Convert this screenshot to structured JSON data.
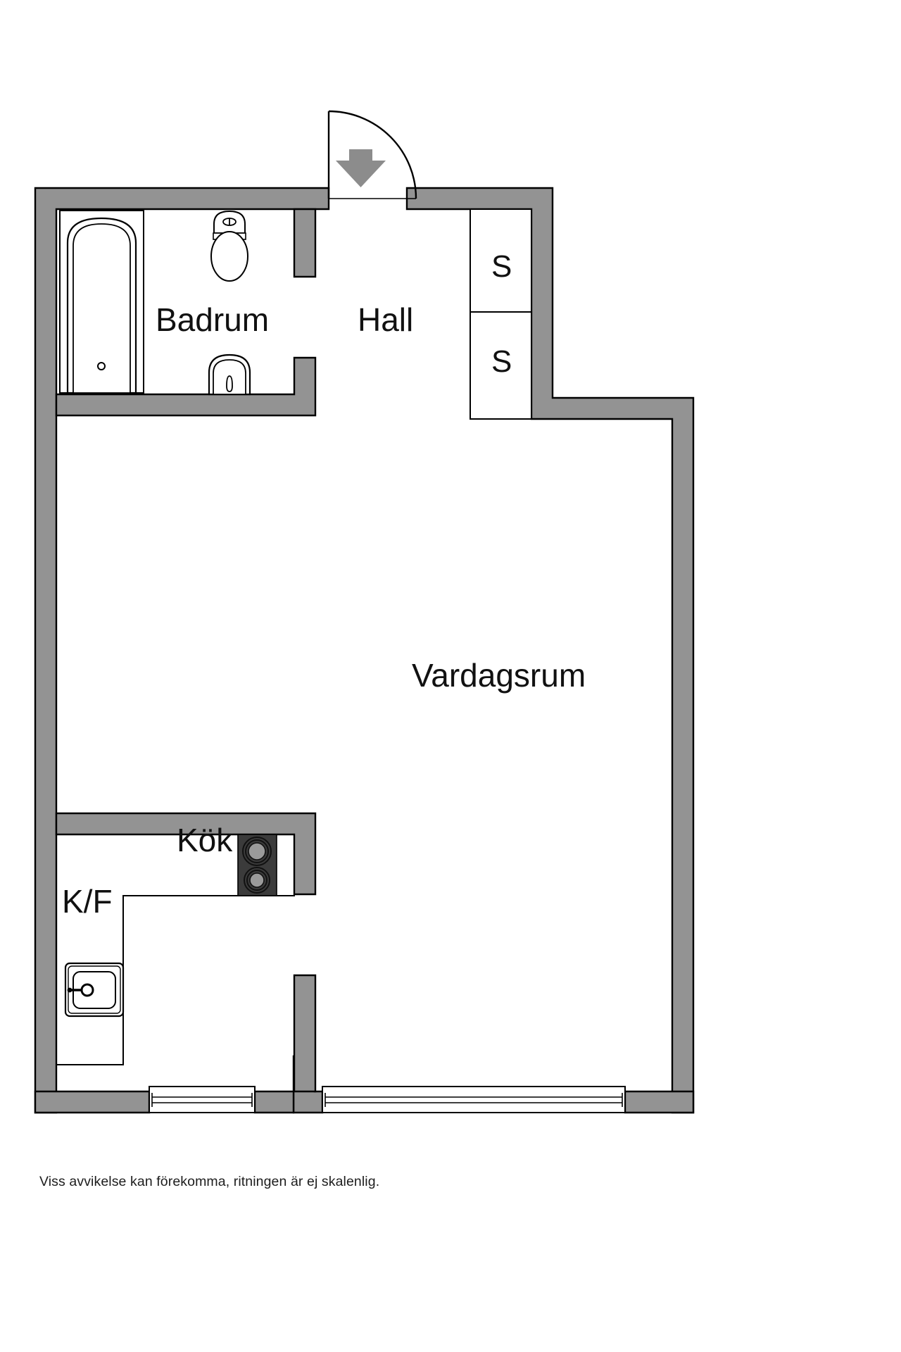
{
  "document": {
    "type": "floor-plan",
    "language": "sv",
    "footer_note": "Viss avvikelse kan förekomma, ritningen är ej skalenlig."
  },
  "rooms": [
    {
      "id": "badrum",
      "label": "Badrum",
      "name": "bathroom"
    },
    {
      "id": "hall",
      "label": "Hall",
      "name": "hallway"
    },
    {
      "id": "vardagsrum",
      "label": "Vardagsrum",
      "name": "living-room"
    },
    {
      "id": "kok",
      "label": "Kök",
      "name": "kitchen"
    }
  ],
  "closets": [
    {
      "id": "closet-upper",
      "label": "S"
    },
    {
      "id": "closet-lower",
      "label": "S"
    }
  ],
  "storage": {
    "id": "kf",
    "label": "K/F"
  },
  "fixtures": [
    {
      "id": "bathtub",
      "name": "bathtub"
    },
    {
      "id": "toilet",
      "name": "toilet"
    },
    {
      "id": "washbasin",
      "name": "washbasin"
    },
    {
      "id": "kitchen-sink",
      "name": "kitchen-sink"
    },
    {
      "id": "stove",
      "name": "stove-two-burner"
    }
  ],
  "openings": [
    {
      "id": "entry-door",
      "name": "entrance-door-swing"
    },
    {
      "id": "window-left",
      "name": "window"
    },
    {
      "id": "window-right",
      "name": "window"
    }
  ],
  "markers": [
    {
      "id": "entry-arrow",
      "name": "entrance-direction-arrow",
      "direction": "down"
    }
  ],
  "colors": {
    "wall_fill": "#939393",
    "wall_stroke": "#000000",
    "fixture_stroke": "#000000",
    "stove_fill": "#3b3b3b",
    "burner_fill": "#9a9a9a",
    "arrow_fill": "#8c8c8c",
    "text": "#111111",
    "background": "#ffffff"
  }
}
